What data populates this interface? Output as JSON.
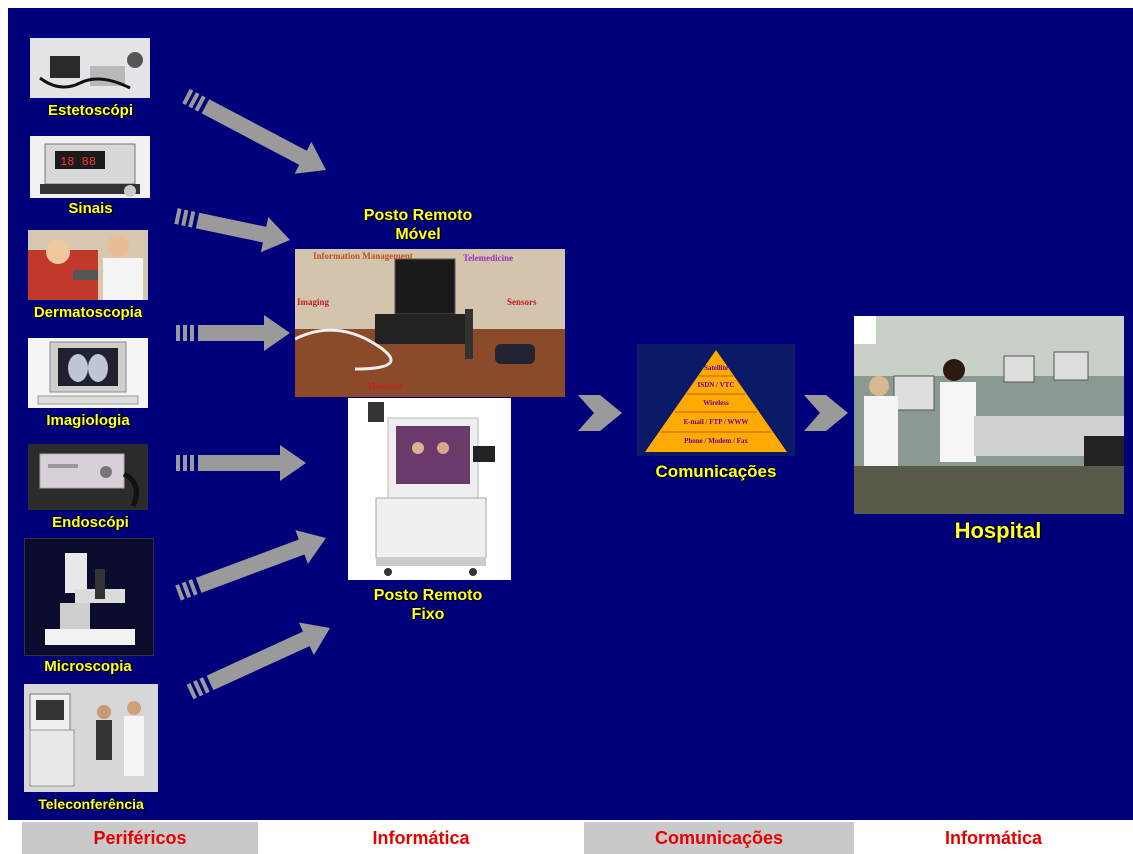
{
  "peripherals": [
    {
      "id": "estetoscopi",
      "label": "Estetoscópi",
      "icon": "stethoscope-photo"
    },
    {
      "id": "sinais",
      "label": "Sinais",
      "icon": "vital-signs-monitor-photo"
    },
    {
      "id": "dermatoscopia",
      "label": "Dermatoscopia",
      "icon": "dermatoscopy-photo"
    },
    {
      "id": "imagiologia",
      "label": "Imagiologia",
      "icon": "xray-monitor-photo"
    },
    {
      "id": "endoscopi",
      "label": "Endoscópi",
      "icon": "endoscope-photo"
    },
    {
      "id": "microscopia",
      "label": "Microscopia",
      "icon": "microscope-photo"
    },
    {
      "id": "teleconferencia",
      "label": "Teleconferência",
      "icon": "teleconference-photo"
    }
  ],
  "mobile_station": {
    "title_line1": "Posto Remoto",
    "title_line2": "Móvel",
    "annotations": {
      "information_management": "Information Management",
      "telemedicine": "Telemedicine",
      "imaging": "Imaging",
      "sensors": "Sensors",
      "monitors": "Monitors"
    }
  },
  "fixed_station": {
    "title_line1": "Posto Remoto",
    "title_line2": "Fixo"
  },
  "communications": {
    "label": "Comunicações",
    "pyramid_layers": [
      "Satellite",
      "ISDN / VTC",
      "Wireless",
      "E-mail / FTP / WWW",
      "Phone / Modem / Fax"
    ]
  },
  "hospital": {
    "label": "Hospital"
  },
  "bottom_bar": [
    "Periféricos",
    "Informática",
    "Comunicações",
    "Informática"
  ],
  "colors": {
    "background": "#00007a",
    "label": "#ffff33",
    "arrow": "#9a9a9a",
    "bar_text": "#e80000",
    "bar_gray": "#c9c9c9",
    "pyramid": "#ffaa00"
  }
}
